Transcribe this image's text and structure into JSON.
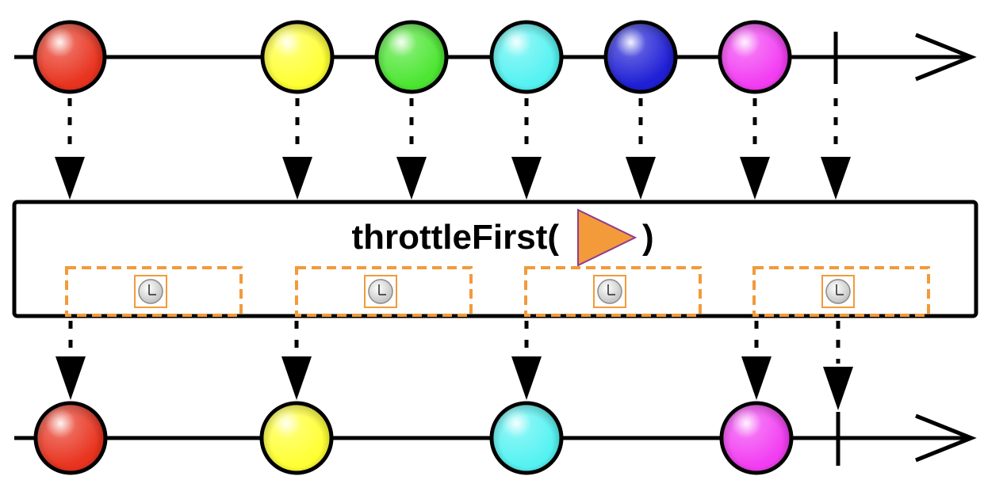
{
  "operator": {
    "name": "throttleFirst(",
    "close": ")",
    "scheduler_icon": "orange-play-triangle-icon",
    "scheduler_color": "#F39A3A",
    "scheduler_outline": "#8E3C8E"
  },
  "window_icon": "clock-icon",
  "window_color": "#F39A3A",
  "source_stream": {
    "items": [
      {
        "color": "red",
        "fill": "#E8331F"
      },
      {
        "color": "yellow",
        "fill": "#FFFF33"
      },
      {
        "color": "green",
        "fill": "#4CE632"
      },
      {
        "color": "cyan",
        "fill": "#55F2F2"
      },
      {
        "color": "blue",
        "fill": "#1F1FD6"
      },
      {
        "color": "magenta",
        "fill": "#F23DF2"
      }
    ],
    "completes": true
  },
  "throttle_windows": [
    {
      "index": 1
    },
    {
      "index": 2
    },
    {
      "index": 3
    },
    {
      "index": 4
    }
  ],
  "output_stream": {
    "items": [
      {
        "color": "red",
        "fill": "#E8331F"
      },
      {
        "color": "yellow",
        "fill": "#FFFF33"
      },
      {
        "color": "cyan",
        "fill": "#55F2F2"
      },
      {
        "color": "magenta",
        "fill": "#F23DF2"
      }
    ],
    "completes": true
  }
}
